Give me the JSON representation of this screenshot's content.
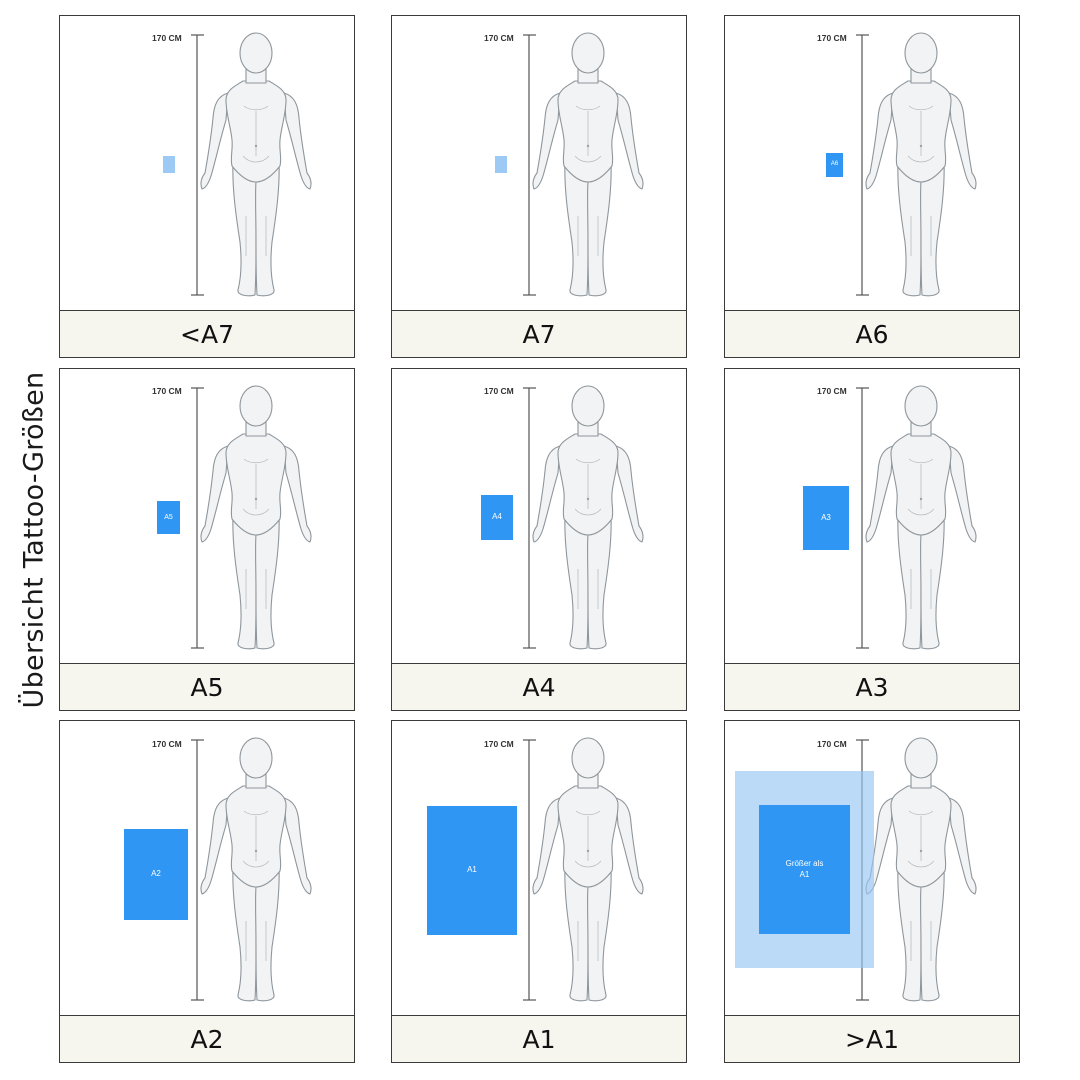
{
  "title": "Übersicht Tattoo-Größen",
  "height_label": "170 CM",
  "colors": {
    "tattoo": "#2f96f3",
    "tattoo_light": "#9ccaf5",
    "halo": "#bcdcf8",
    "label_bg": "#f6f5ee"
  },
  "cards": [
    {
      "label": "<A7",
      "size_text": ""
    },
    {
      "label": "A7",
      "size_text": ""
    },
    {
      "label": "A6",
      "size_text": "A6"
    },
    {
      "label": "A5",
      "size_text": "A5"
    },
    {
      "label": "A4",
      "size_text": "A4"
    },
    {
      "label": "A3",
      "size_text": "A3"
    },
    {
      "label": "A2",
      "size_text": "A2"
    },
    {
      "label": "A1",
      "size_text": "A1"
    },
    {
      "label": ">A1",
      "size_text": "Größer als\nA1"
    }
  ]
}
